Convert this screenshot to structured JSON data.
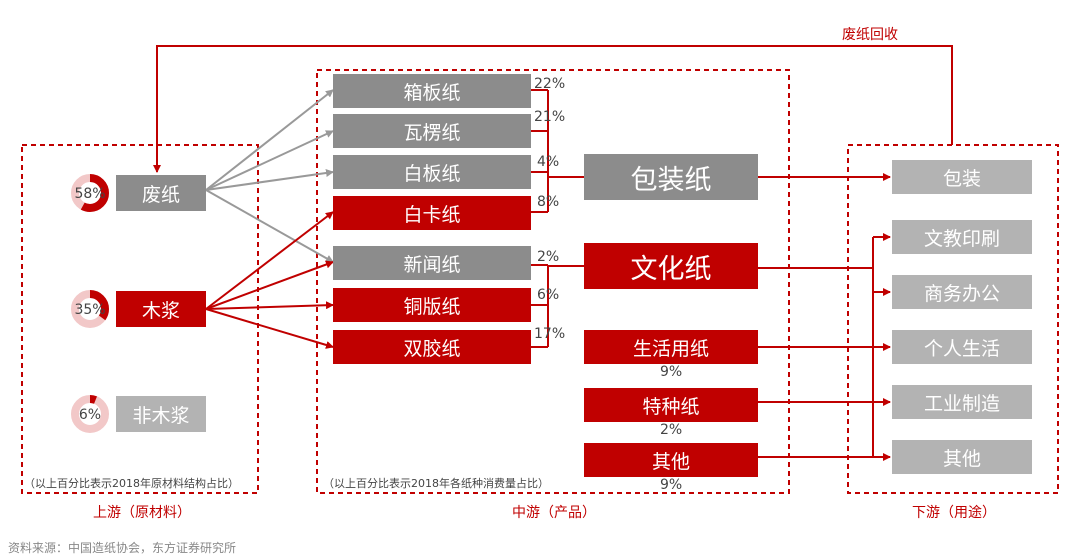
{
  "recycle_label": "废纸回收",
  "upstream": {
    "label": "上游（原材料）",
    "note": "（以上百分比表示2018年原材料结构占比）",
    "materials": [
      {
        "name": "废纸",
        "pct": "58%",
        "fraction": 0.58
      },
      {
        "name": "木浆",
        "pct": "35%",
        "fraction": 0.35
      },
      {
        "name": "非木浆",
        "pct": "6%",
        "fraction": 0.06
      }
    ]
  },
  "midstream": {
    "label": "中游（产品）",
    "note": "（以上百分比表示2018年各纸种消费量占比）",
    "products": [
      {
        "name": "箱板纸",
        "pct": "22%"
      },
      {
        "name": "瓦楞纸",
        "pct": "21%"
      },
      {
        "name": "白板纸",
        "pct": "4%"
      },
      {
        "name": "白卡纸",
        "pct": "8%"
      },
      {
        "name": "新闻纸",
        "pct": "2%"
      },
      {
        "name": "铜版纸",
        "pct": "6%"
      },
      {
        "name": "双胶纸",
        "pct": "17%"
      }
    ],
    "categories": [
      {
        "name": "包装纸",
        "pct": ""
      },
      {
        "name": "文化纸",
        "pct": ""
      },
      {
        "name": "生活用纸",
        "pct": "9%"
      },
      {
        "name": "特种纸",
        "pct": "2%"
      },
      {
        "name": "其他",
        "pct": "9%"
      }
    ]
  },
  "downstream": {
    "label": "下游（用途）",
    "uses": [
      "包装",
      "文教印刷",
      "商务办公",
      "个人生活",
      "工业制造",
      "其他"
    ]
  },
  "source": "资料来源：中国造纸协会，东方证券研究所",
  "colors": {
    "red": "#c00000",
    "gray": "#8c8c8c",
    "light_gray": "#b3b3b3",
    "pink": "#f2c8c8"
  }
}
